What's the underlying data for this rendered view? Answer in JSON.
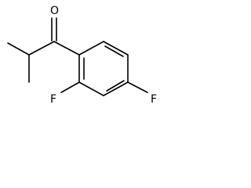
{
  "molecule": {
    "atoms": {
      "oxygen": "O",
      "fluorine_ortho": "F",
      "fluorine_para": "F"
    }
  }
}
